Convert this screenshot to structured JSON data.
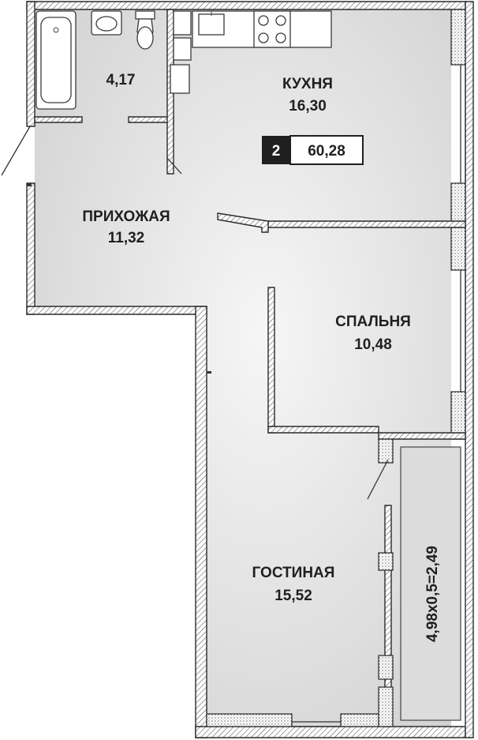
{
  "apartment": {
    "rooms_count": "2",
    "total_area": "60,28"
  },
  "rooms": {
    "bathroom": {
      "area": "4,17"
    },
    "kitchen": {
      "name": "КУХНЯ",
      "area": "16,30"
    },
    "hallway": {
      "name": "ПРИХОЖАЯ",
      "area": "11,32"
    },
    "bedroom": {
      "name": "СПАЛЬНЯ",
      "area": "10,48"
    },
    "living": {
      "name": "ГОСТИНАЯ",
      "area": "15,52"
    },
    "balcony": {
      "formula": "4,98x0,5=2,49"
    }
  },
  "colors": {
    "badge_dark": "#1f1f1f",
    "wall_line": "#2a2a2a",
    "floor_light": "#f4f4f4",
    "floor_mid": "#d9d9d9"
  }
}
